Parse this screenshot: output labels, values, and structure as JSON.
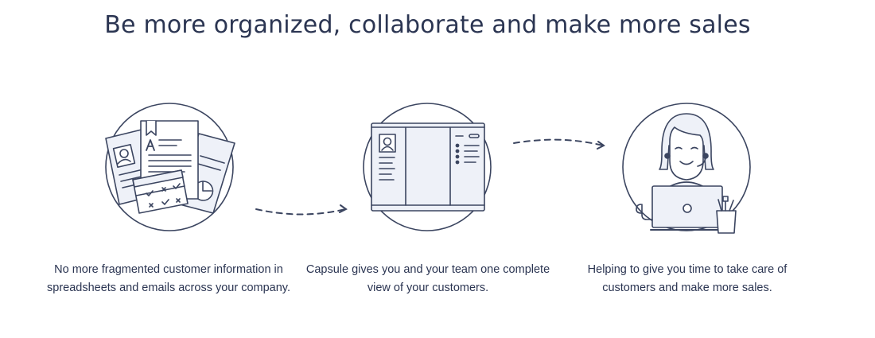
{
  "headline": "Be more organized, collaborate and make more sales",
  "steps": [
    {
      "illustration": "scattered-documents-icon",
      "caption_lines": [
        "No more fragmented customer information in",
        "spreadsheets and emails across your company."
      ]
    },
    {
      "illustration": "crm-app-window-icon",
      "caption_lines": [
        "Capsule gives you and your team one complete",
        "view of your customers."
      ]
    },
    {
      "illustration": "person-with-laptop-icon",
      "caption_lines": [
        "Helping to give you time to take care of",
        "customers and make more sales."
      ]
    }
  ],
  "colors": {
    "line": "#3b4560",
    "fill_light": "#eef1f8",
    "text": "#2b3552"
  }
}
